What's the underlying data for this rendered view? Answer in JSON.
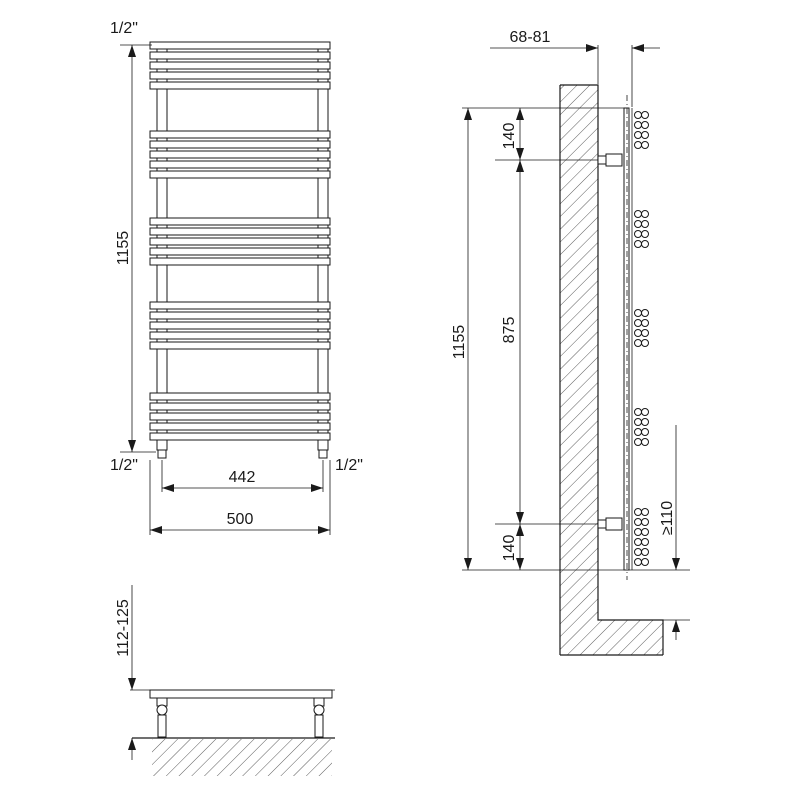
{
  "labels": {
    "thread_top_left": "1/2\"",
    "thread_bottom_left": "1/2\"",
    "thread_bottom_right": "1/2\"",
    "height_front": "1155",
    "width_inner": "442",
    "width_total": "500",
    "wall_depth": "68-81",
    "height_side": "1155",
    "top_offset": "140",
    "axis_distance": "875",
    "bottom_offset": "140",
    "floor_clearance": "≥110",
    "pipe_height": "112-125"
  }
}
